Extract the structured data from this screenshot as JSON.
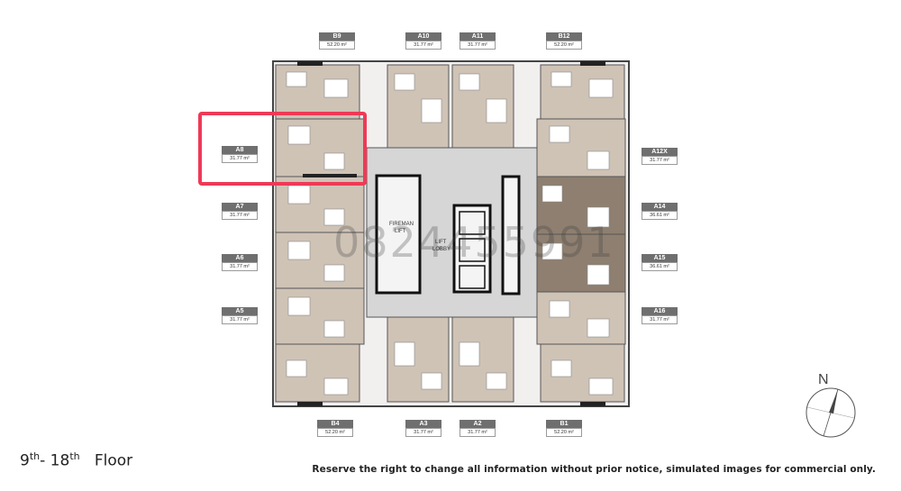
{
  "units": {
    "B9": {
      "code": "B9",
      "area": "52.20 m²"
    },
    "A10": {
      "code": "A10",
      "area": "31.77 m²"
    },
    "A11": {
      "code": "A11",
      "area": "31.77 m²"
    },
    "B12": {
      "code": "B12",
      "area": "52.20 m²"
    },
    "A8": {
      "code": "A8",
      "area": "31.77 m²"
    },
    "A7": {
      "code": "A7",
      "area": "31.77 m²"
    },
    "A6": {
      "code": "A6",
      "area": "31.77 m²"
    },
    "A5": {
      "code": "A5",
      "area": "31.77 m²"
    },
    "A12X": {
      "code": "A12X",
      "area": "31.77 m²"
    },
    "A14": {
      "code": "A14",
      "area": "36.61 m²"
    },
    "A15": {
      "code": "A15",
      "area": "36.61 m²"
    },
    "A16": {
      "code": "A16",
      "area": "31.77 m²"
    },
    "B4": {
      "code": "B4",
      "area": "52.20 m²"
    },
    "A3": {
      "code": "A3",
      "area": "31.77 m²"
    },
    "A2": {
      "code": "A2",
      "area": "31.77 m²"
    },
    "B1": {
      "code": "B1",
      "area": "52.20 m²"
    }
  },
  "core": {
    "fireman_lift_line1": "FIREMAN",
    "fireman_lift_line2": "LIFT",
    "lift_lobby_line1": "LIFT",
    "lift_lobby_line2": "LOBBY"
  },
  "compass_letter": "N",
  "watermark": "0824455991",
  "floor": {
    "from": "9",
    "from_suffix": "th",
    "separator": "- ",
    "to": "18",
    "to_suffix": "th",
    "word": "Floor"
  },
  "disclaimer": "Reserve the right to change all information without prior notice, simulated images for commercial only.",
  "colors": {
    "highlight": "#ee3a57",
    "room_fill": "#cfc3b6",
    "dark_room_fill": "#8e7f70",
    "core_fill": "#d6d6d6",
    "tag_fill": "#6f6f6f"
  }
}
